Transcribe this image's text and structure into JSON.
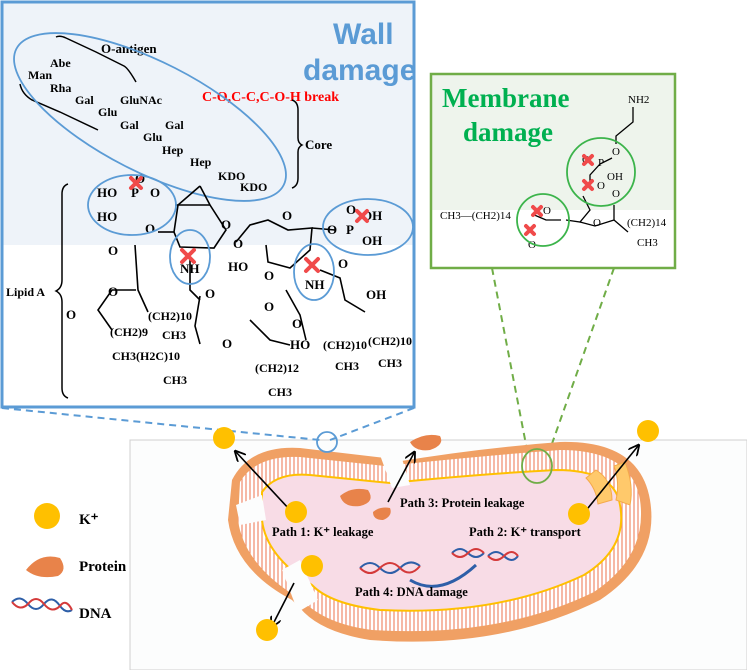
{
  "wall_panel": {
    "title_line1": "Wall",
    "title_line2": "damage",
    "break_label": "C-O,C-C,C-O-H  break",
    "o_antigen_label": "O-antigen",
    "core_label": "Core",
    "lipid_a_label": "Lipid A",
    "sugars": [
      "Abe",
      "Man",
      "Rha",
      "Gal",
      "GluNAc",
      "Glu",
      "Gal",
      "Gal",
      "Glu",
      "Hep",
      "Hep",
      "KDO",
      "KDO"
    ],
    "chain_labels": [
      "(CH2)9",
      "CH3(H2C)10",
      "CH3",
      "(CH2)10",
      "CH3",
      "(CH2)12",
      "CH3",
      "(CH2)10",
      "CH3",
      "(CH2)10",
      "CH3"
    ],
    "colors": {
      "title": "#5b9bd5",
      "break": "#ff0000",
      "border": "#5b9bd5",
      "circle": "#5b9bd5",
      "cross": "#f04a4a"
    }
  },
  "membrane_panel": {
    "title_line1": "Membrane",
    "title_line2": "damage",
    "left_chain": "CH3—(CH2)14",
    "right_chain": "(CH2)14",
    "right_terminal": "CH3",
    "amine": "NH2",
    "colors": {
      "title": "#00b050",
      "border": "#70ad47",
      "circle": "#3cb44b"
    }
  },
  "legend": {
    "items": [
      {
        "icon": "potassium-ion-icon",
        "label": "K⁺"
      },
      {
        "icon": "protein-icon",
        "label": "Protein"
      },
      {
        "icon": "dna-icon",
        "label": "DNA"
      }
    ]
  },
  "cell": {
    "paths": [
      "Path 1: K⁺ leakage",
      "Path 2: K⁺ transport",
      "Path 3: Protein leakage",
      "Path 4: DNA damage"
    ],
    "colors": {
      "membrane": "#f0a064",
      "cytoplasm": "#f8dce6",
      "ion": "#ffc000",
      "protein": "#e8834a"
    }
  }
}
